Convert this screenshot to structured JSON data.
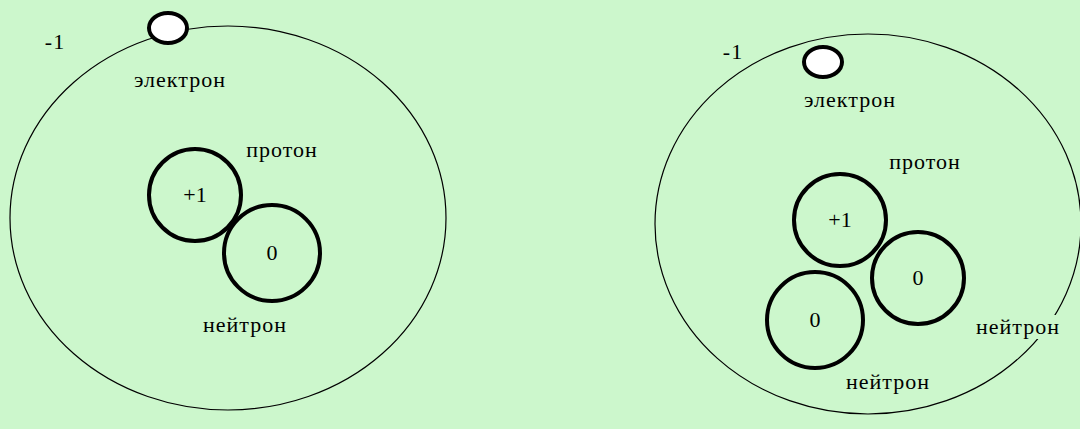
{
  "diagram": {
    "nodes": [
      {
        "text": [
          "+1"
        ]
      },
      {
        "text": [
          "0"
        ]
      },
      {
        "text": [
          "+1"
        ]
      },
      {
        "text": [
          "0"
        ]
      },
      {
        "text": [
          "0"
        ]
      }
    ],
    "labels": [
      "-1",
      "электрон",
      "протон",
      "нейтрон",
      "-1",
      "электрон",
      "протон",
      "нейтрон",
      "нейтрон"
    ]
  }
}
